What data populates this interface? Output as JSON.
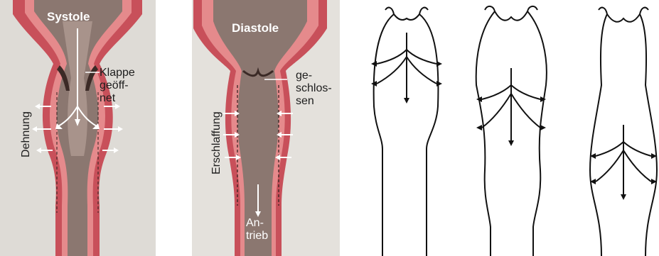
{
  "panel_systole": {
    "title": "Systole",
    "valve_label_lines": [
      "Klappe",
      "geöff-",
      "net"
    ],
    "side_label": "Dehnung"
  },
  "panel_diastole": {
    "title": "Diastole",
    "valve_label_lines": [
      "ge-",
      "schlos-",
      "sen"
    ],
    "side_label": "Erschlaffung",
    "flow_label_lines": [
      "An-",
      "trieb"
    ]
  },
  "colors": {
    "wall_red": "#c8505a",
    "wall_pink": "#e58a8c",
    "interior": "#8b7770",
    "interior_light": "#a8938b",
    "panel_bg": "#dedbd6"
  }
}
